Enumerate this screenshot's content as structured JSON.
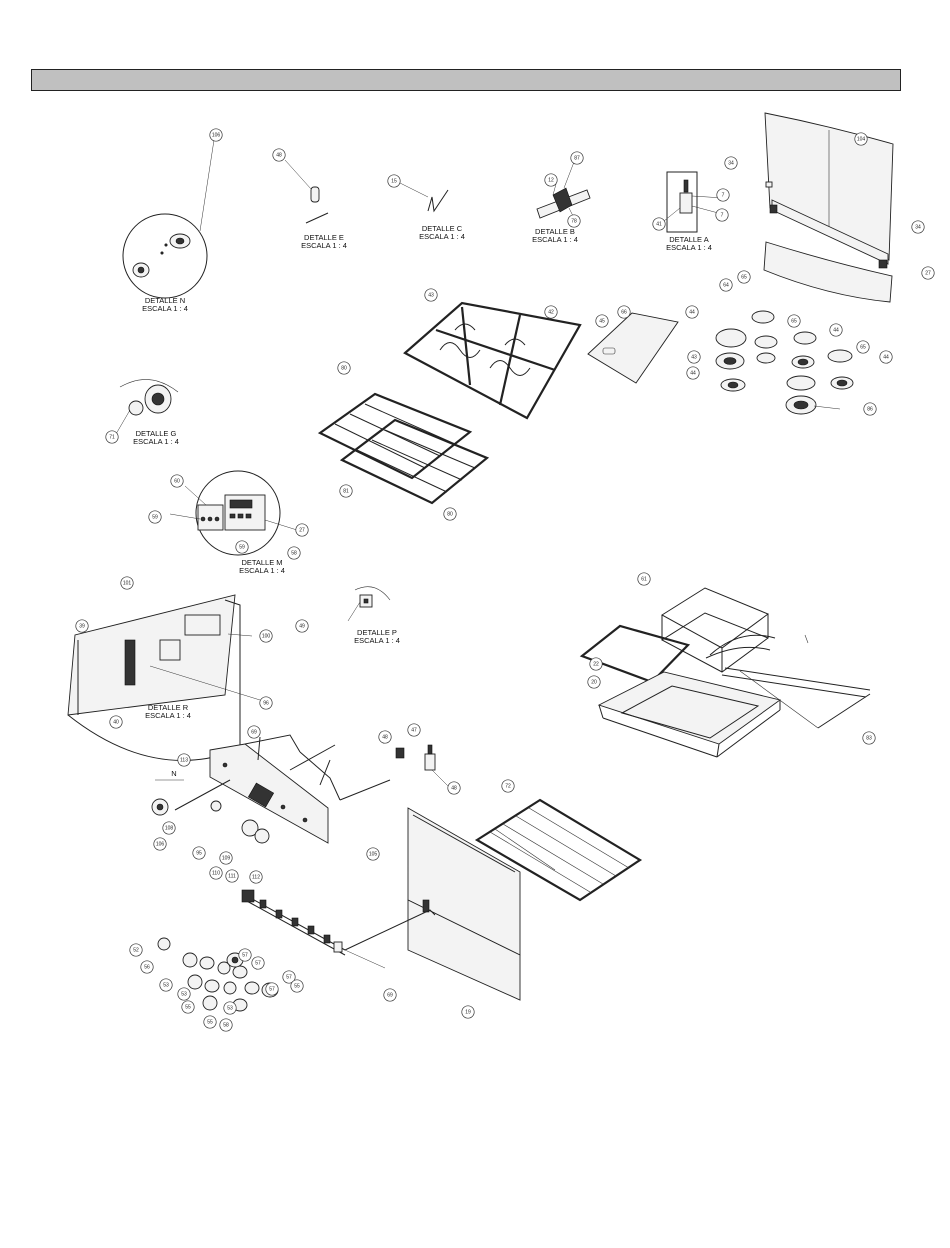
{
  "details": [
    {
      "id": "det-n",
      "title": "DETALLE N",
      "scale": "ESCALA 1 : 4"
    },
    {
      "id": "det-e",
      "title": "DETALLE E",
      "scale": "ESCALA 1 : 4"
    },
    {
      "id": "det-c",
      "title": "DETALLE C",
      "scale": "ESCALA 1 : 4"
    },
    {
      "id": "det-b",
      "title": "DETALLE B",
      "scale": "ESCALA 1 : 4"
    },
    {
      "id": "det-a",
      "title": "DETALLE A",
      "scale": "ESCALA 1 : 4"
    },
    {
      "id": "det-g",
      "title": "DETALLE G",
      "scale": "ESCALA 1 : 4"
    },
    {
      "id": "det-m",
      "title": "DETALLE M",
      "scale": "ESCALA 1 : 4"
    },
    {
      "id": "det-p",
      "title": "DETALLE P",
      "scale": "ESCALA 1 : 4"
    },
    {
      "id": "det-r",
      "title": "DETALLE R",
      "scale": "ESCALA 1 : 4"
    }
  ],
  "callouts": [
    "106",
    "48",
    "15",
    "87",
    "12",
    "78",
    "34",
    "7",
    "7",
    "41",
    "104",
    "34",
    "27",
    "43",
    "42",
    "66",
    "45",
    "65",
    "44",
    "64",
    "65",
    "44",
    "43",
    "65",
    "44",
    "44",
    "86",
    "80",
    "71",
    "81",
    "80",
    "60",
    "59",
    "27",
    "59",
    "58",
    "101",
    "39",
    "100",
    "40",
    "96",
    "49",
    "61",
    "22",
    "20",
    "83",
    "69",
    "113",
    "48",
    "47",
    "48",
    "72",
    "108",
    "106",
    "95",
    "109",
    "110",
    "111",
    "112",
    "105",
    "52",
    "56",
    "57",
    "53",
    "57",
    "53",
    "57",
    "55",
    "57",
    "55",
    "53",
    "55",
    "58",
    "69",
    "19"
  ],
  "symbols": {
    "n_marker": "N"
  }
}
